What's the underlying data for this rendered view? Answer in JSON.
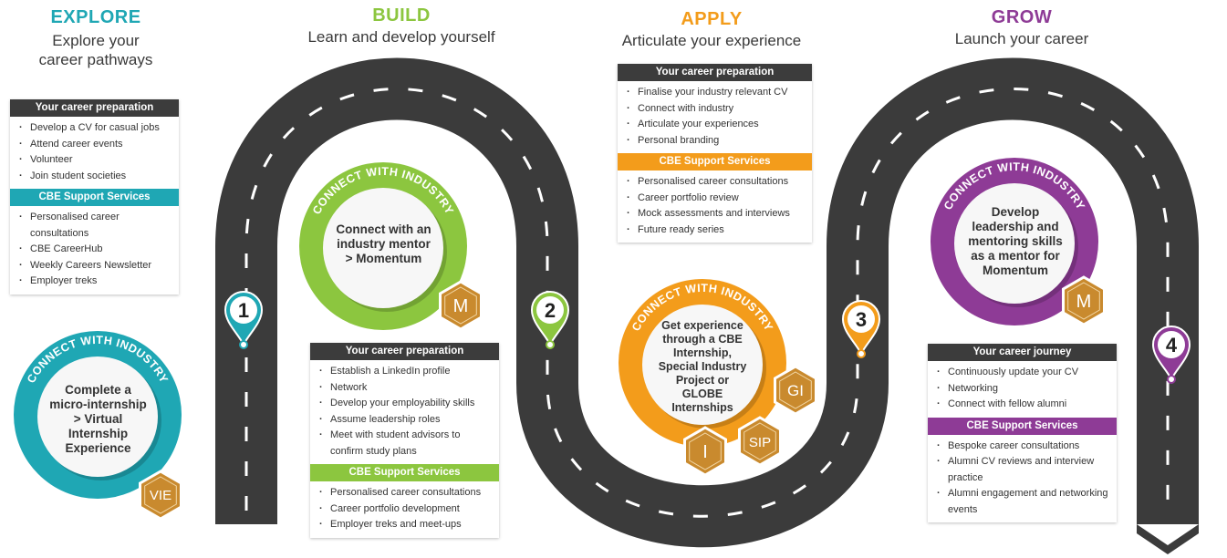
{
  "colors": {
    "explore": "#1fa7b4",
    "build": "#8cc63f",
    "apply": "#f39c1b",
    "grow": "#8e3b96",
    "road": "#3b3b3b",
    "hex": "#c98a2e"
  },
  "stages": [
    {
      "title": "EXPLORE",
      "subtitle_lines": [
        "Explore your",
        "career pathways"
      ]
    },
    {
      "title": "BUILD",
      "subtitle_lines": [
        "Learn and develop yourself"
      ]
    },
    {
      "title": "APPLY",
      "subtitle_lines": [
        "Articulate your experience"
      ]
    },
    {
      "title": "GROW",
      "subtitle_lines": [
        "Launch your career"
      ]
    }
  ],
  "explore_card": {
    "header": "Your career preparation",
    "items": [
      "Develop a CV for casual jobs",
      "Attend career events",
      "Volunteer",
      "Join student societies"
    ],
    "support_header": "CBE Support Services",
    "support_items": [
      "Personalised career consultations",
      "CBE CareerHub",
      "Weekly Careers Newsletter",
      "Employer treks"
    ]
  },
  "build_card": {
    "header": "Your career preparation",
    "items": [
      "Establish a LinkedIn profile",
      "Network",
      "Develop your employability skills",
      "Assume leadership roles",
      "Meet with student advisors to confirm study plans"
    ],
    "support_header": "CBE Support Services",
    "support_items": [
      "Personalised career consultations",
      "Career portfolio development",
      "Employer treks and meet-ups"
    ]
  },
  "apply_card": {
    "header": "Your career preparation",
    "items": [
      "Finalise your industry relevant CV",
      "Connect with industry",
      "Articulate your experiences",
      "Personal branding"
    ],
    "support_header": "CBE Support Services",
    "support_items": [
      "Personalised career consultations",
      "Career portfolio review",
      "Mock assessments and interviews",
      "Future ready series"
    ]
  },
  "grow_card": {
    "header": "Your career journey",
    "items": [
      "Continuously update your CV",
      "Networking",
      "Connect with fellow alumni"
    ],
    "support_header": "CBE Support Services",
    "support_items": [
      "Bespoke career consultations",
      "Alumni CV reviews and interview practice",
      "Alumni engagement and networking events"
    ]
  },
  "connect_label": "CONNECT WITH INDUSTRY",
  "circles": [
    {
      "text": "Complete a micro-internship > Virtual Internship Experience",
      "badges": [
        "VIE"
      ]
    },
    {
      "text": "Connect with an industry mentor > Momentum",
      "badges": [
        "M"
      ]
    },
    {
      "text": "Get experience through a CBE Internship, Special Industry Project or GLOBE Internships",
      "badges": [
        "GI",
        "SIP",
        "I"
      ]
    },
    {
      "text": "Develop leadership and mentoring skills as a mentor for Momentum",
      "badges": [
        "M"
      ]
    }
  ],
  "markers": [
    "1",
    "2",
    "3",
    "4"
  ]
}
